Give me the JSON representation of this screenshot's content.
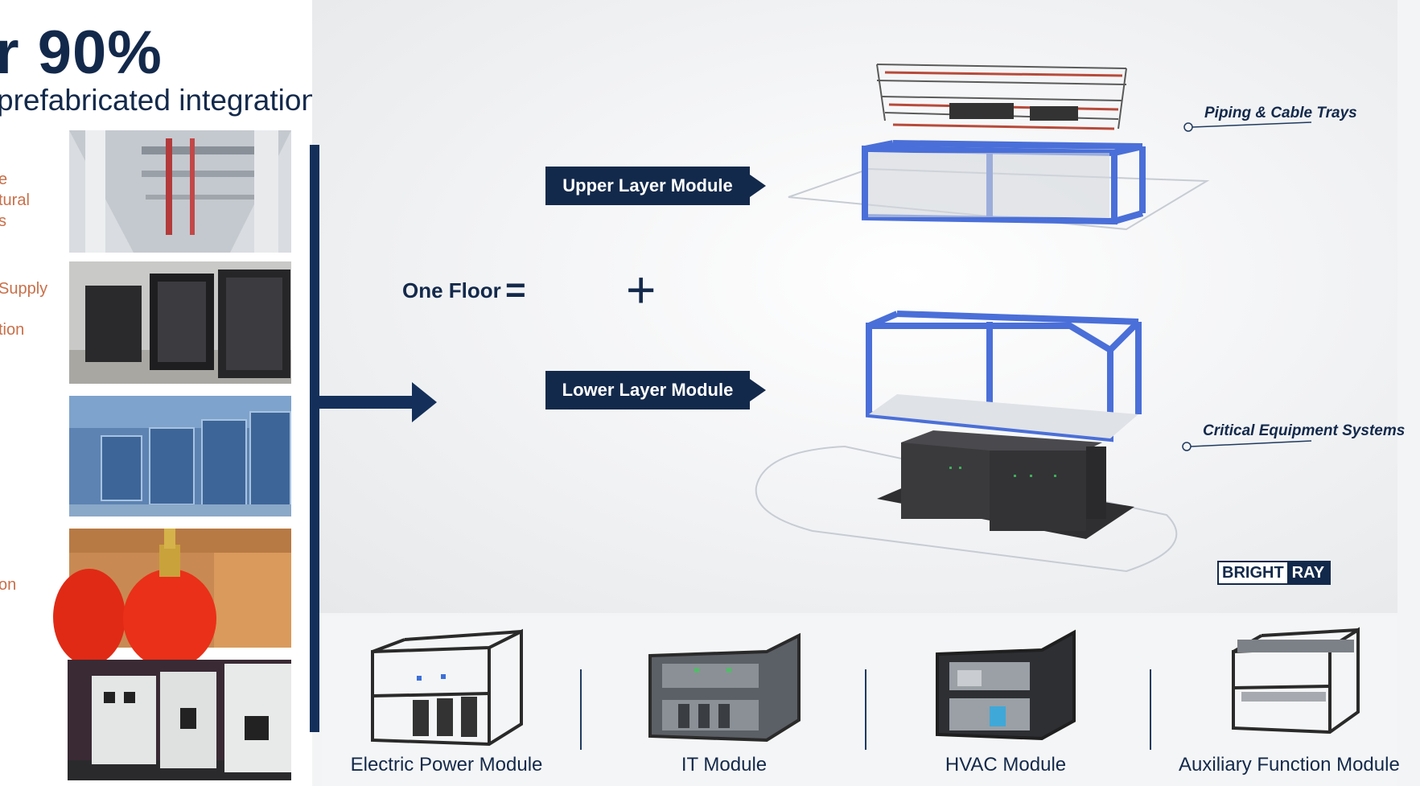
{
  "headline": "r 90%",
  "subheadline": "prefabricated integration",
  "left_labels": [
    "e",
    "tural",
    "s",
    "Supply",
    "tion",
    "on"
  ],
  "diagram": {
    "one_floor_label": "One Floor",
    "equals_symbol": "=",
    "plus_symbol": "+",
    "upper_module_label": "Upper Layer Module",
    "lower_module_label": "Lower Layer Module",
    "callout_top": "Piping & Cable Trays",
    "callout_bottom": "Critical Equipment Systems",
    "brand_part1": "BRIGHT",
    "brand_part2": "RAY"
  },
  "modules": [
    {
      "label": "Electric Power Module"
    },
    {
      "label": "IT Module"
    },
    {
      "label": "HVAC Module"
    },
    {
      "label": "Auxiliary Function Module"
    }
  ],
  "colors": {
    "navy": "#13294b",
    "accent_orange": "#c8704a",
    "frame_blue": "#4a6fd8"
  }
}
